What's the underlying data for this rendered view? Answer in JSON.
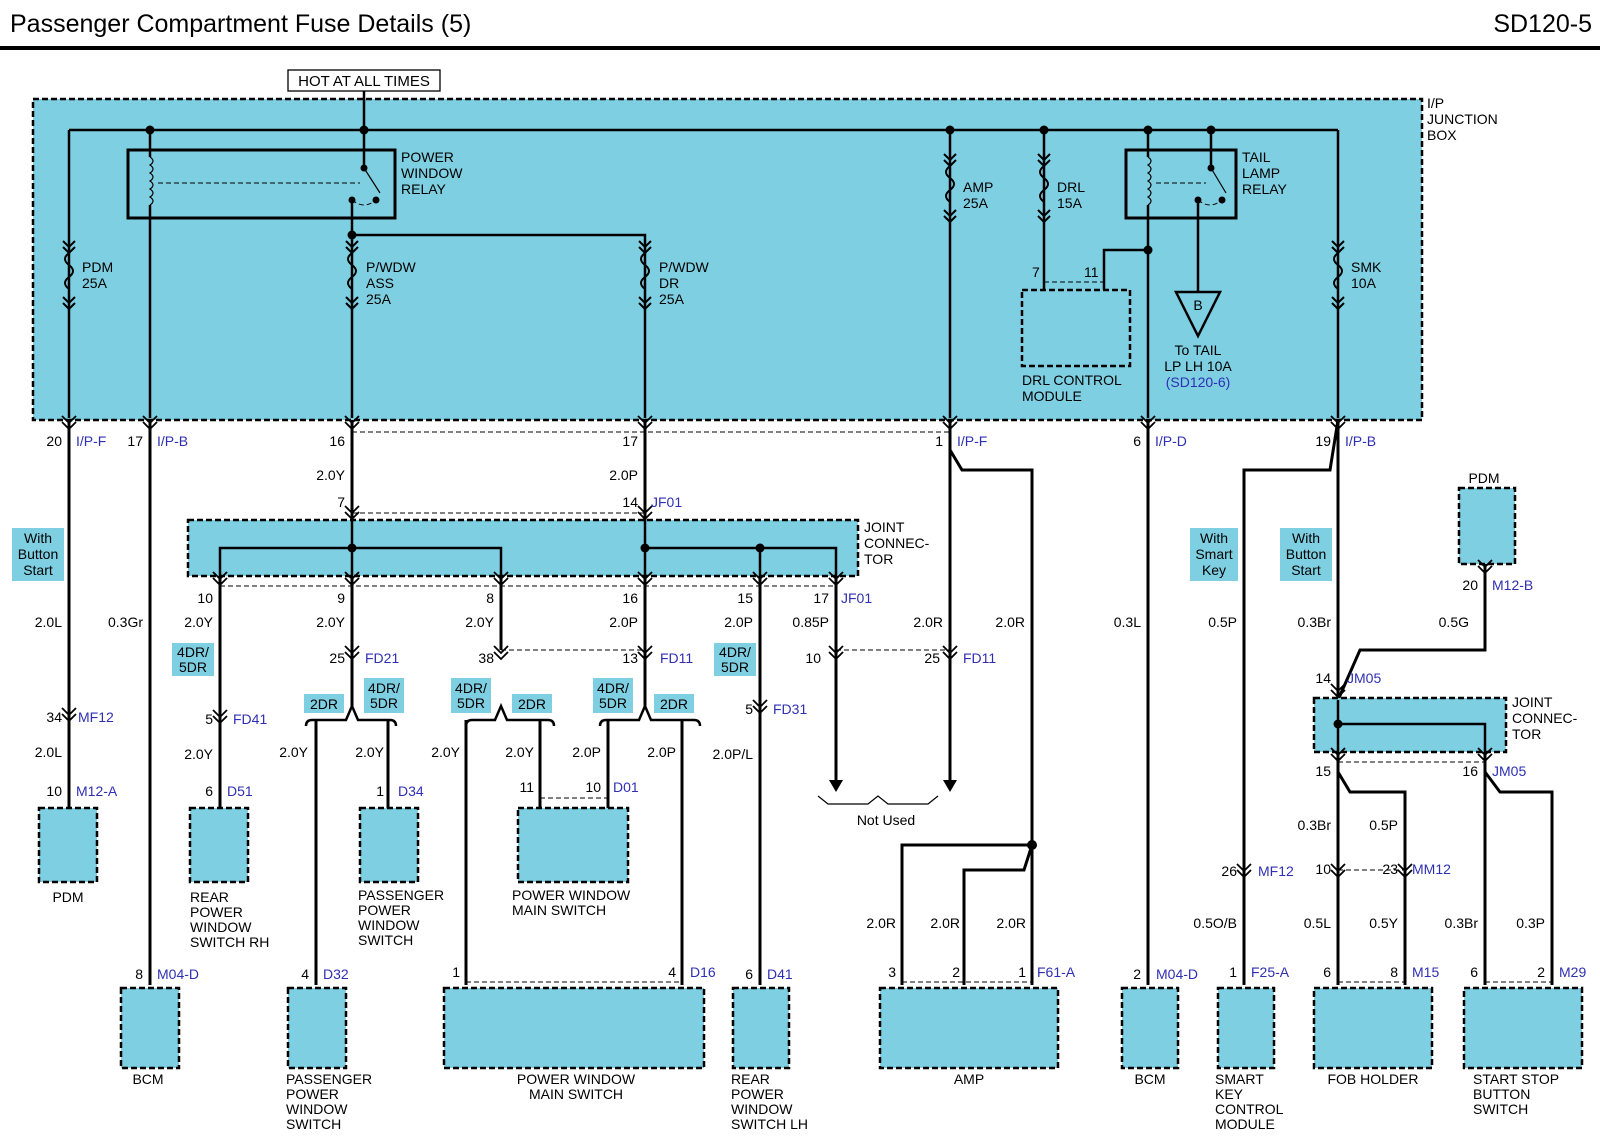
{
  "page": {
    "title": "Passenger Compartment Fuse Details (5)",
    "code": "SD120-5"
  },
  "colors": {
    "component_fill": "#7fcfe2",
    "connector_text": "#2f2fb4",
    "wire": "#000000"
  },
  "power_label": "HOT AT ALL TIMES",
  "ip_box_label": [
    "I/P",
    "JUNCTION",
    "BOX"
  ],
  "relays": {
    "power_window": [
      "POWER",
      "WINDOW",
      "RELAY"
    ],
    "tail_lamp": [
      "TAIL",
      "LAMP",
      "RELAY"
    ]
  },
  "fuses": {
    "pdm": [
      "PDM",
      "25A"
    ],
    "pwdw_ass": [
      "P/WDW",
      "ASS",
      "25A"
    ],
    "pwdw_dr": [
      "P/WDW",
      "DR",
      "25A"
    ],
    "amp": [
      "AMP",
      "25A"
    ],
    "drl": [
      "DRL",
      "15A"
    ],
    "smk": [
      "SMK",
      "10A"
    ]
  },
  "drl_module": {
    "label": [
      "DRL CONTROL",
      "MODULE"
    ],
    "pins": [
      "7",
      "11"
    ]
  },
  "tail_ref": {
    "symbol": "B",
    "label": [
      "To TAIL",
      "LP LH 10A"
    ],
    "ref": "(SD120-6)"
  },
  "jf01_label": [
    "JOINT",
    "CONNEC-",
    "TOR"
  ],
  "jm05_label": [
    "JOINT",
    "CONNEC-",
    "TOR"
  ],
  "not_used": "Not Used",
  "tags": {
    "with_button_start": [
      "With",
      "Button",
      "Start"
    ],
    "with_smart_key": [
      "With",
      "Smart",
      "Key"
    ],
    "v4dr": [
      "4DR/",
      "5DR"
    ],
    "v2dr": "2DR"
  },
  "pins": {
    "p20": "20",
    "p17": "17",
    "p16": "16",
    "p17b": "17",
    "p1": "1",
    "p6": "6",
    "p19": "19",
    "jf7": "7",
    "jf14": "14",
    "jf10": "10",
    "jf9": "9",
    "jf8": "8",
    "jf16": "16",
    "jf15": "15",
    "jf17": "17",
    "fd21": "25",
    "fd11a": "38",
    "fd11b": "13",
    "nu10": "10",
    "nu25": "25",
    "mf12": "34",
    "fd41": "5",
    "fd31": "5",
    "m12a": "10",
    "d51": "6",
    "d34": "1",
    "d01a": "11",
    "d01b": "10",
    "m04d": "8",
    "d32": "4",
    "d16a": "1",
    "d16b": "4",
    "d41": "6",
    "f61a3": "3",
    "f61a2": "2",
    "f61a1": "1",
    "m04d2": "2",
    "m12b": "20",
    "jm14": "14",
    "jm15": "15",
    "jm16": "16",
    "mf12b": "26",
    "mm12a": "10",
    "mm12b": "23",
    "f25a": "1",
    "m15a": "6",
    "m15b": "8",
    "m29a": "6",
    "m29b": "2"
  },
  "connectors": {
    "ipf": "I/P-F",
    "ipb": "I/P-B",
    "ipf2": "I/P-F",
    "ipd": "I/P-D",
    "ipb2": "I/P-B",
    "jf01a": "JF01",
    "jf01b": "JF01",
    "fd21": "FD21",
    "fd11a": "FD11",
    "fd11b": "FD11",
    "mf12": "MF12",
    "fd41": "FD41",
    "fd31": "FD31",
    "m12a": "M12-A",
    "d51": "D51",
    "d34": "D34",
    "d01": "D01",
    "m04d": "M04-D",
    "d32": "D32",
    "d16": "D16",
    "d41": "D41",
    "f61a": "F61-A",
    "m04d2": "M04-D",
    "f25a": "F25-A",
    "m15": "M15",
    "m29": "M29",
    "m12b": "M12-B",
    "jm05a": "JM05",
    "jm05b": "JM05",
    "mf12b": "MF12",
    "mm12": "MM12"
  },
  "wires": {
    "w20l": "2.0L",
    "w03gr": "0.3Gr",
    "w20y_a": "2.0Y",
    "w20p_a": "2.0P",
    "w20y_b": "2.0Y",
    "w20y_c": "2.0Y",
    "w20y_d": "2.0Y",
    "w20p_b": "2.0P",
    "w20p_c": "2.0P",
    "w085p": "0.85P",
    "w20r_a": "2.0R",
    "w20r_b": "2.0R",
    "w03l": "0.3L",
    "w05p": "0.5P",
    "w03br": "0.3Br",
    "w05g": "0.5G",
    "w20l_b": "2.0L",
    "w20y_e": "2.0Y",
    "w20y_f": "2.0Y",
    "w20y_g": "2.0Y",
    "w20y_h": "2.0Y",
    "w20y_i": "2.0Y",
    "w20p_d": "2.0P",
    "w20p_e": "2.0P",
    "w20pl": "2.0P/L",
    "w20r_c": "2.0R",
    "w20r_d": "2.0R",
    "w20r_e": "2.0R",
    "w05ob": "0.5O/B",
    "w03br_b": "0.3Br",
    "w05p_b": "0.5P",
    "w05l": "0.5L",
    "w05y": "0.5Y",
    "w03br_c": "0.3Br",
    "w03p": "0.3P"
  },
  "components": {
    "pdm1": "PDM",
    "rear_rh": [
      "REAR",
      "POWER",
      "WINDOW",
      "SWITCH RH"
    ],
    "pass_sw1": [
      "PASSENGER",
      "POWER",
      "WINDOW",
      "SWITCH"
    ],
    "pwms1": [
      "POWER WINDOW",
      "MAIN SWITCH"
    ],
    "bcm1": "BCM",
    "pass_sw2": [
      "PASSENGER",
      "POWER",
      "WINDOW",
      "SWITCH"
    ],
    "pwms2": [
      "POWER WINDOW",
      "MAIN SWITCH"
    ],
    "rear_lh": [
      "REAR",
      "POWER",
      "WINDOW",
      "SWITCH LH"
    ],
    "amp": "AMP",
    "bcm2": "BCM",
    "smart_key": [
      "SMART",
      "KEY",
      "CONTROL",
      "MODULE"
    ],
    "fob": "FOB HOLDER",
    "start_stop": [
      "START STOP",
      "BUTTON",
      "SWITCH"
    ],
    "pdm2": "PDM"
  }
}
